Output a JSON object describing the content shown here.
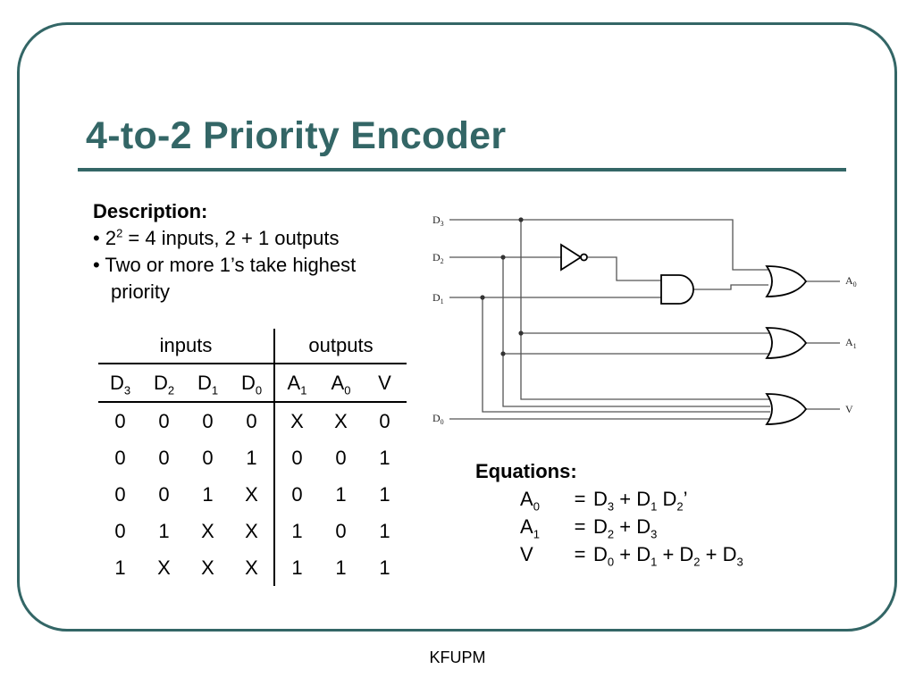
{
  "slide": {
    "title": "4-to-2 Priority Encoder",
    "footer": "KFUPM"
  },
  "description": {
    "heading": "Description:",
    "bullet1_prefix": "• 2",
    "bullet1_sup": "2",
    "bullet1_rest": " = 4 inputs, 2 + 1 outputs",
    "bullet2_line1": "• Two or more 1’s take highest",
    "bullet2_line2": "priority"
  },
  "truth_table": {
    "group_inputs": "inputs",
    "group_outputs": "outputs",
    "headers": [
      {
        "base": "D",
        "sub": "3"
      },
      {
        "base": "D",
        "sub": "2"
      },
      {
        "base": "D",
        "sub": "1"
      },
      {
        "base": "D",
        "sub": "0"
      },
      {
        "base": "A",
        "sub": "1"
      },
      {
        "base": "A",
        "sub": "0"
      },
      {
        "base": "V",
        "sub": ""
      }
    ],
    "rows": [
      [
        "0",
        "0",
        "0",
        "0",
        "X",
        "X",
        "0"
      ],
      [
        "0",
        "0",
        "0",
        "1",
        "0",
        "0",
        "1"
      ],
      [
        "0",
        "0",
        "1",
        "X",
        "0",
        "1",
        "1"
      ],
      [
        "0",
        "1",
        "X",
        "X",
        "1",
        "0",
        "1"
      ],
      [
        "1",
        "X",
        "X",
        "X",
        "1",
        "1",
        "1"
      ]
    ]
  },
  "circuit": {
    "inputs": [
      {
        "base": "D",
        "sub": "3"
      },
      {
        "base": "D",
        "sub": "2"
      },
      {
        "base": "D",
        "sub": "1"
      },
      {
        "base": "D",
        "sub": "0"
      }
    ],
    "outputs": [
      {
        "base": "A",
        "sub": "0"
      },
      {
        "base": "A",
        "sub": "1"
      },
      {
        "base": "V",
        "sub": ""
      }
    ]
  },
  "equations": {
    "heading": "Equations:",
    "eq1": {
      "lhs_base": "A",
      "lhs_sub": "0",
      "op": "=",
      "rhs": [
        [
          "D",
          "3"
        ],
        [
          " + D",
          "1"
        ],
        [
          " D",
          "2"
        ],
        [
          "’",
          ""
        ]
      ]
    },
    "eq2": {
      "lhs_base": "A",
      "lhs_sub": "1",
      "op": "=",
      "rhs": [
        [
          "D",
          "2"
        ],
        [
          " + D",
          "3"
        ]
      ]
    },
    "eq3": {
      "lhs_base": "V",
      "lhs_sub": "",
      "op": "=",
      "rhs": [
        [
          "D",
          "0"
        ],
        [
          " + D",
          "1"
        ],
        [
          " + D",
          "2"
        ],
        [
          " + D",
          "3"
        ]
      ]
    }
  }
}
